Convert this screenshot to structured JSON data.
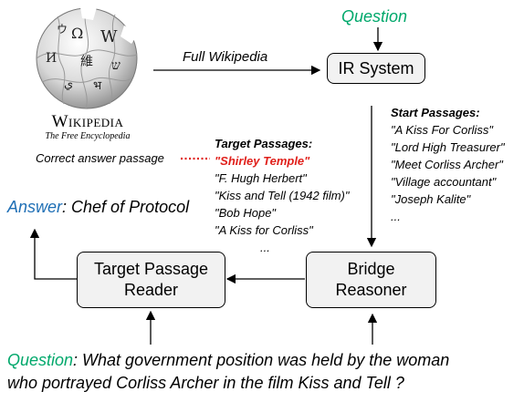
{
  "question_top": "Question",
  "edge_full_wikipedia": "Full Wikipedia",
  "nodes": {
    "ir_system": "IR System",
    "reader_line1": "Target Passage",
    "reader_line2": "Reader",
    "bridge_line1": "Bridge",
    "bridge_line2": "Reasoner"
  },
  "wikipedia": {
    "wordmark": "Wikipedia",
    "tagline": "The Free Encyclopedia",
    "globe_glyphs": [
      "Ω",
      "W",
      "維",
      "И",
      "ש",
      "ウ",
      "भ",
      "ي"
    ]
  },
  "start_passages": {
    "header": "Start Passages:",
    "items": [
      "\"A Kiss For Corliss\"",
      "\"Lord High Treasurer\"",
      "\"Meet Corliss Archer\"",
      "\"Village accountant\"",
      "\"Joseph Kalite\"",
      "..."
    ]
  },
  "target_passages": {
    "header": "Target Passages:",
    "highlight": "\"Shirley Temple\"",
    "items": [
      "\"F. Hugh Herbert\"",
      "\"Kiss and Tell (1942 film)\"",
      "\"Bob Hope\"",
      "\"A Kiss for Corliss\"",
      "..."
    ]
  },
  "correct_answer_label": "Correct answer passage",
  "answer": {
    "label": "Answer",
    "value": ": Chef of Protocol"
  },
  "question_bottom": {
    "label": "Question",
    "line1": ": What government position was held by the woman",
    "line2": "who portrayed Corliss Archer in the film Kiss and Tell ?"
  },
  "colors": {
    "question": "#00a86b",
    "answer": "#1f6fb5",
    "highlight": "#e0201b",
    "box_fill": "#f2f2f2"
  }
}
